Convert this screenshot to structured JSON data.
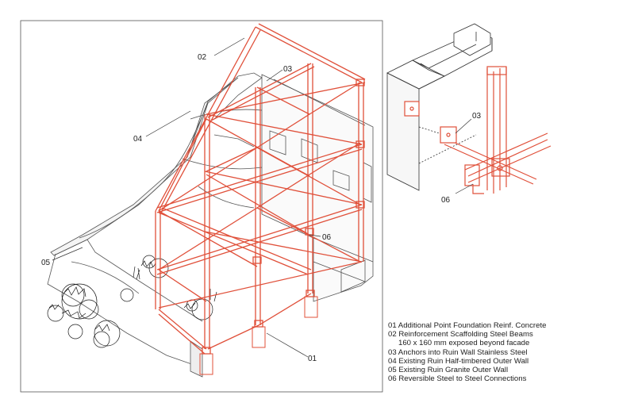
{
  "colors": {
    "steel": "#e0503a",
    "ink": "#333333",
    "grey": "#8a8a8a",
    "plant": "#1a1a1a"
  },
  "callouts": {
    "c01": "01",
    "c02": "02",
    "c03": "03",
    "c04": "04",
    "c05": "05",
    "c06": "06",
    "detail03": "03",
    "detail06": "06"
  },
  "legend": [
    "01 Additional Point Foundation Reinf. Concrete",
    "02 Reinforcement Scaffolding Steel Beams",
    "160 x 160 mm exposed beyond facade",
    "03 Anchors into Ruin Wall Stainless Steel",
    "04 Existing Ruin Half-timbered Outer Wall",
    "05 Existing Ruin Granite Outer Wall",
    "06 Reversible Steel to Steel Connections"
  ]
}
